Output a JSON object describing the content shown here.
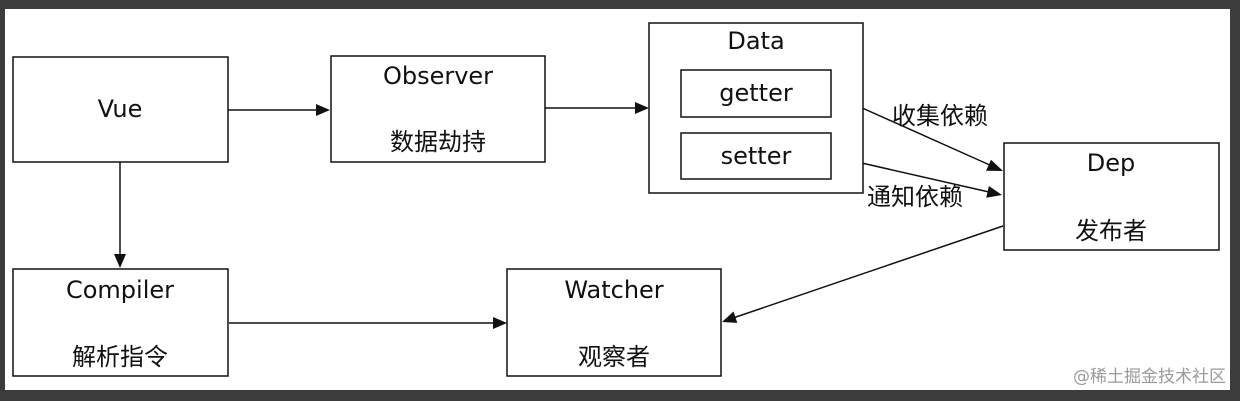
{
  "nodes": {
    "vue": {
      "title": "Vue"
    },
    "observer": {
      "title": "Observer",
      "subtitle": "数据劫持"
    },
    "data": {
      "title": "Data"
    },
    "getter": {
      "title": "getter"
    },
    "setter": {
      "title": "setter"
    },
    "dep": {
      "title": "Dep",
      "subtitle": "发布者"
    },
    "compiler": {
      "title": "Compiler",
      "subtitle": "解析指令"
    },
    "watcher": {
      "title": "Watcher",
      "subtitle": "观察者"
    }
  },
  "edges": {
    "getter_to_dep": "收集依赖",
    "setter_to_dep": "通知依赖"
  },
  "watermark": "@稀土掘金技术社区",
  "colors": {
    "background": "#3c3c3c",
    "canvas": "#ffffff",
    "stroke": "#111111",
    "watermark": "#9a9a9a"
  }
}
